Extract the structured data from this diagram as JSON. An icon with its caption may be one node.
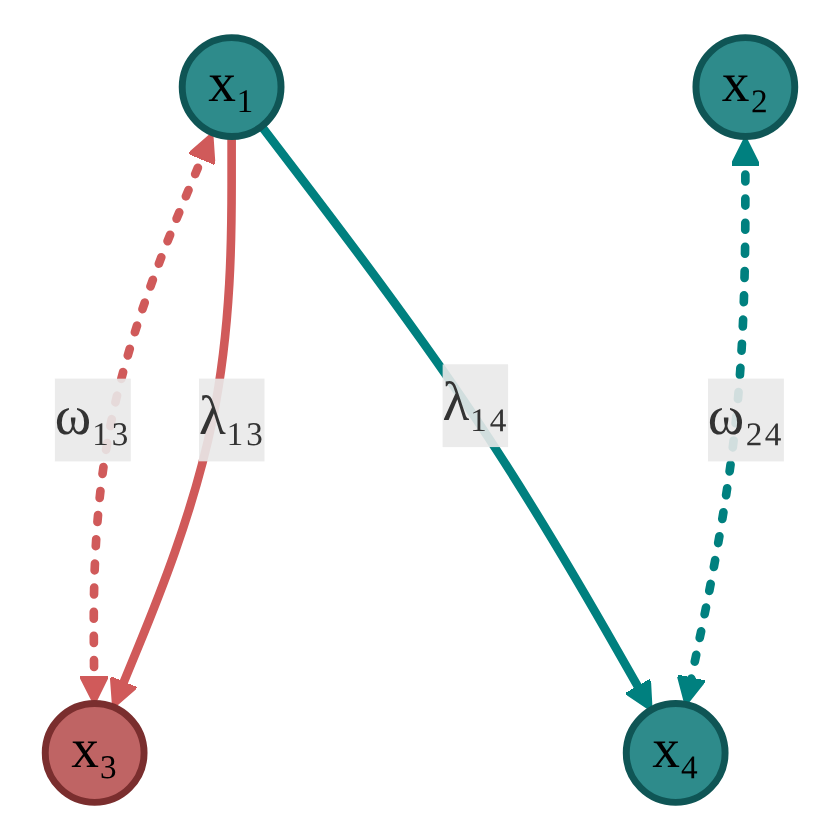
{
  "diagram": {
    "nodes": [
      {
        "text": [
          "x₁"
        ]
      },
      {
        "text": [
          "x₂"
        ]
      },
      {
        "text": [
          "x₃"
        ]
      },
      {
        "text": [
          "x₄"
        ]
      }
    ],
    "edges": [
      {
        "from": 0,
        "to": 2,
        "arrow": "both",
        "label": "ω₁₃",
        "style": "dashed",
        "color": "#d05a5a"
      },
      {
        "from": 0,
        "to": 2,
        "arrow": "to",
        "label": "λ₁₃",
        "color": "#d05a5a"
      },
      {
        "from": 0,
        "to": 3,
        "arrow": "to",
        "label": "λ₁₄",
        "color": "#00807f"
      },
      {
        "from": 1,
        "to": 3,
        "arrow": "both",
        "label": "ω₂₄",
        "style": "dashed",
        "color": "#00807f"
      }
    ]
  }
}
